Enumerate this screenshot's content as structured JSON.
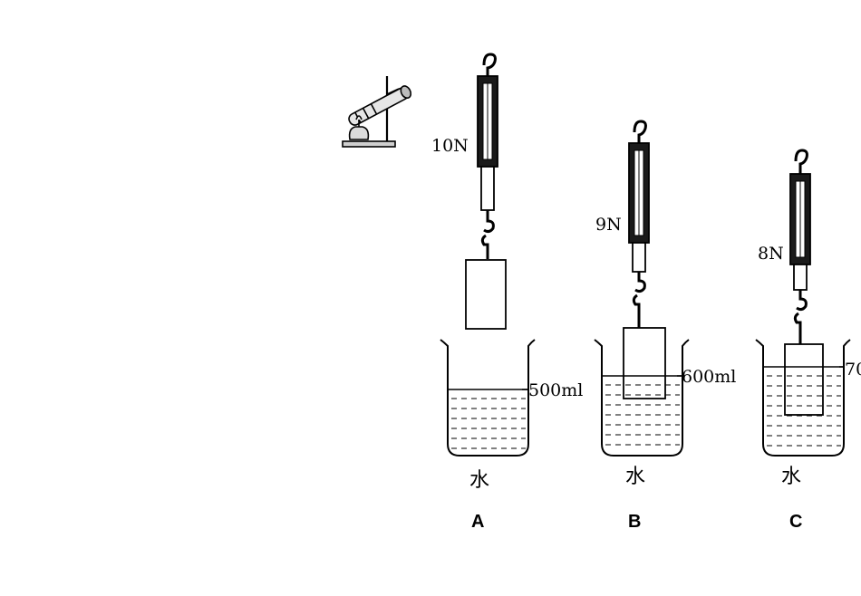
{
  "diagram": {
    "setups": [
      {
        "id": "A",
        "reading": "10N",
        "volume": "500ml",
        "liquid": "水"
      },
      {
        "id": "B",
        "reading": "9N",
        "volume": "600ml",
        "liquid": "水"
      },
      {
        "id": "C",
        "reading": "8N",
        "volume": "70",
        "liquid": "水"
      }
    ]
  },
  "colors": {
    "ink": "#000000",
    "background": "#ffffff",
    "gauge_fill": "#1a1a1a",
    "water_lines": "#000000"
  }
}
